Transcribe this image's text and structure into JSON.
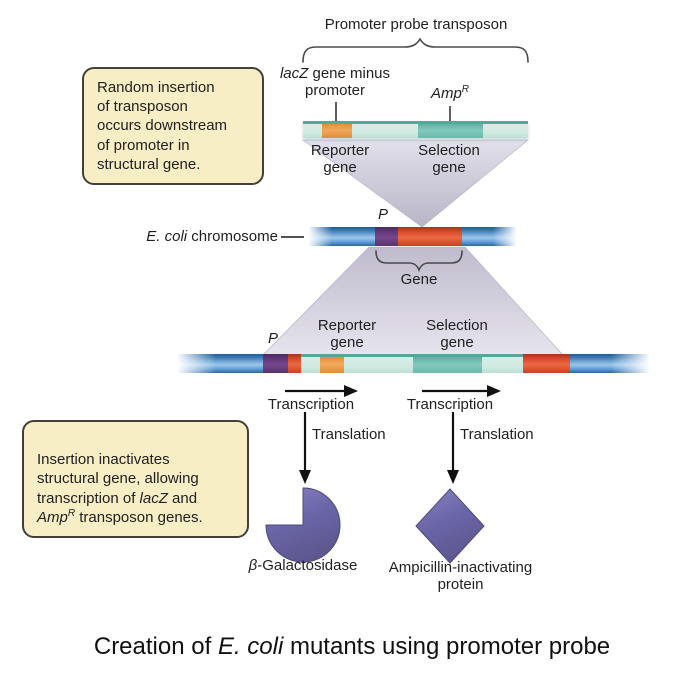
{
  "colors": {
    "callout_bg": "#f7eec6",
    "callout_border": "#43403a",
    "transposon_mint": "#cfe9e1",
    "selection_teal": "#6bbaac",
    "reporter_orange": "#e79440",
    "chromosome_blue": "#5f9bd0",
    "promoter_purple": "#653a7c",
    "gene_red": "#d9492a",
    "funnel_gray": "#c8c4d5",
    "protein_purple": "#6b66a9"
  },
  "top": {
    "title": "Promoter probe transposon",
    "lacz_line1_italic": "lacZ",
    "lacz_line1_rest": " gene minus",
    "lacz_line2": "promoter",
    "amp": "Amp",
    "amp_sup": "R",
    "reporter": "Reporter\ngene",
    "selection": "Selection\ngene"
  },
  "callout1": {
    "text": "Random insertion\nof transposon\noccurs downstream\nof promoter in\nstructural gene."
  },
  "chromosome": {
    "label_italic": "E. coli",
    "label_rest": " chromosome",
    "p": "P",
    "gene": "Gene"
  },
  "bottom": {
    "p": "P",
    "reporter": "Reporter\ngene",
    "selection": "Selection\ngene",
    "transcription_left": "Transcription",
    "transcription_right": "Transcription",
    "translation_left": "Translation",
    "translation_right": "Translation",
    "bgal_italic": "β",
    "bgal_rest": "-Galactosidase",
    "amp_protein": "Ampicillin-inactivating\nprotein"
  },
  "callout2": {
    "t1": "Insertion inactivates\nstructural gene, allowing\ntranscription of ",
    "i1": "lacZ",
    "t2": " and\n",
    "i2": "Amp",
    "sup": "R",
    "t3": " transposon genes."
  },
  "caption": {
    "t1": "Creation of ",
    "i1": "E. coli",
    "t2": " mutants using promoter probe"
  }
}
